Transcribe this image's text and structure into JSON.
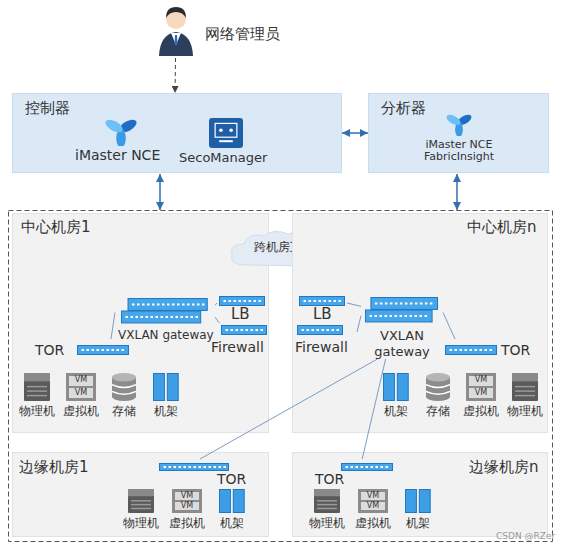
{
  "diagram": {
    "nodes": [
      {
        "text": [
          "网络管理员"
        ]
      },
      {
        "text": [
          "控制器",
          "iMaster NCE",
          "SecoManager"
        ]
      },
      {
        "text": [
          "分析器",
          "iMaster NCE FabricInsight"
        ]
      },
      {
        "text": [
          "中心机房1"
        ]
      },
      {
        "text": [
          "VXLAN gateway"
        ],
        "in": 3
      },
      {
        "text": [
          "LB"
        ],
        "in": 3
      },
      {
        "text": [
          "Firewall"
        ],
        "in": 3
      },
      {
        "text": [
          "TOR"
        ],
        "in": 3
      },
      {
        "text": [
          "物理机"
        ],
        "in": 3
      },
      {
        "text": [
          "VM",
          "VM",
          "虚拟机"
        ],
        "in": 3
      },
      {
        "text": [
          "存储"
        ],
        "in": 3
      },
      {
        "text": [
          "机架"
        ],
        "in": 3
      },
      {
        "text": [
          "跨机房互联"
        ]
      },
      {
        "text": [
          "中心机房n"
        ]
      },
      {
        "text": [
          "LB"
        ],
        "in": 13
      },
      {
        "text": [
          "Firewall"
        ],
        "in": 13
      },
      {
        "text": [
          "VXLAN gateway"
        ],
        "in": 13
      },
      {
        "text": [
          "TOR"
        ],
        "in": 13
      },
      {
        "text": [
          "机架"
        ],
        "in": 13
      },
      {
        "text": [
          "存储"
        ],
        "in": 13
      },
      {
        "text": [
          "VM",
          "VM",
          "虚拟机"
        ],
        "in": 13
      },
      {
        "text": [
          "物理机"
        ],
        "in": 13
      },
      {
        "text": [
          "边缘机房1"
        ]
      },
      {
        "text": [
          "TOR"
        ],
        "in": 22
      },
      {
        "text": [
          "物理机"
        ],
        "in": 22
      },
      {
        "text": [
          "VM",
          "VM",
          "虚拟机"
        ],
        "in": 22
      },
      {
        "text": [
          "机架"
        ],
        "in": 22
      },
      {
        "text": [
          "边缘机房n"
        ]
      },
      {
        "text": [
          "TOR"
        ],
        "in": 27
      },
      {
        "text": [
          "物理机"
        ],
        "in": 27
      },
      {
        "text": [
          "VM",
          "VM",
          "虚拟机"
        ],
        "in": 27
      },
      {
        "text": [
          "机架"
        ],
        "in": 27
      }
    ],
    "edges": [
      {
        "from": 0,
        "to": 1,
        "arrow": "to"
      },
      {
        "from": 1,
        "to": 2,
        "arrow": "both"
      },
      {
        "from": 4,
        "to": 5,
        "arrow": "none"
      },
      {
        "from": 4,
        "to": 6,
        "arrow": "none"
      },
      {
        "from": 4,
        "to": 7,
        "arrow": "none"
      },
      {
        "from": 16,
        "to": 14,
        "arrow": "none"
      },
      {
        "from": 16,
        "to": 15,
        "arrow": "none"
      },
      {
        "from": 16,
        "to": 17,
        "arrow": "none"
      },
      {
        "from": 16,
        "to": 23,
        "arrow": "none"
      },
      {
        "from": 16,
        "to": 28,
        "arrow": "none"
      }
    ],
    "labels": [
      "CSDN @RZer"
    ]
  }
}
